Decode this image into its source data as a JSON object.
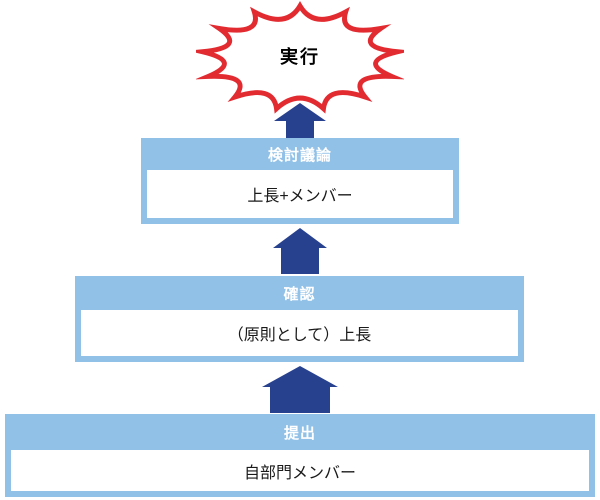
{
  "burst": {
    "label": "実行"
  },
  "steps": [
    {
      "header": "検討議論",
      "body": "上長+メンバー"
    },
    {
      "header": "確認",
      "body": "（原則として）上長"
    },
    {
      "header": "提出",
      "body": "自部門メンバー"
    }
  ],
  "colors": {
    "header_blue": "#92c1e8",
    "arrow_navy": "#27418f",
    "burst_red": "#e22b31",
    "header_text": "#ffffff",
    "body_text": "#1a1a1a"
  }
}
